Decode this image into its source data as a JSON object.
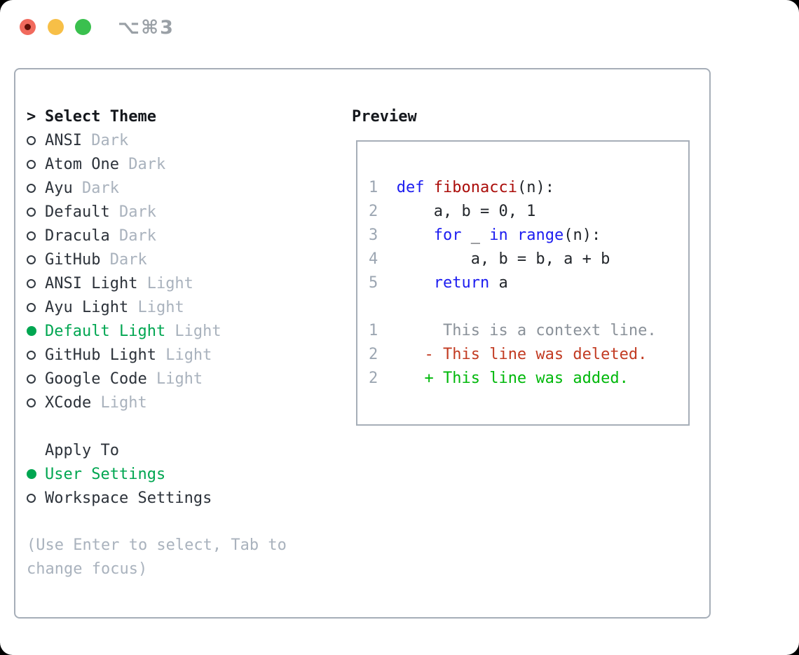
{
  "window": {
    "title": "⌥⌘3"
  },
  "theme_picker": {
    "header": {
      "marker": ">",
      "label": "Select Theme"
    },
    "items": [
      {
        "name": "ANSI",
        "variant": "Dark",
        "selected": false
      },
      {
        "name": "Atom One",
        "variant": "Dark",
        "selected": false
      },
      {
        "name": "Ayu",
        "variant": "Dark",
        "selected": false
      },
      {
        "name": "Default",
        "variant": "Dark",
        "selected": false
      },
      {
        "name": "Dracula",
        "variant": "Dark",
        "selected": false
      },
      {
        "name": "GitHub",
        "variant": "Dark",
        "selected": false
      },
      {
        "name": "ANSI Light",
        "variant": "Light",
        "selected": false
      },
      {
        "name": "Ayu Light",
        "variant": "Light",
        "selected": false
      },
      {
        "name": "Default Light",
        "variant": "Light",
        "selected": true
      },
      {
        "name": "GitHub Light",
        "variant": "Light",
        "selected": false
      },
      {
        "name": "Google Code",
        "variant": "Light",
        "selected": false
      },
      {
        "name": "XCode",
        "variant": "Light",
        "selected": false
      }
    ],
    "apply_to": {
      "label": "Apply To",
      "options": [
        {
          "label": "User Settings",
          "selected": true
        },
        {
          "label": "Workspace Settings",
          "selected": false
        }
      ]
    },
    "hint": "(Use Enter to select, Tab to change focus)"
  },
  "preview": {
    "label": "Preview",
    "lines": [
      {
        "tokens": [
          [
            "num",
            "1  "
          ],
          [
            "kw",
            "def"
          ],
          [
            "plain",
            " "
          ],
          [
            "fn",
            "fibonacci"
          ],
          [
            "plain",
            "(n):"
          ]
        ]
      },
      {
        "tokens": [
          [
            "num",
            "2  "
          ],
          [
            "plain",
            "    a, b = 0, 1"
          ]
        ]
      },
      {
        "tokens": [
          [
            "num",
            "3  "
          ],
          [
            "plain",
            "    "
          ],
          [
            "kw",
            "for"
          ],
          [
            "plain",
            " _ "
          ],
          [
            "kw",
            "in"
          ],
          [
            "plain",
            " "
          ],
          [
            "kw",
            "range"
          ],
          [
            "plain",
            "(n):"
          ]
        ]
      },
      {
        "tokens": [
          [
            "num",
            "4  "
          ],
          [
            "plain",
            "        a, b = b, a + b"
          ]
        ]
      },
      {
        "tokens": [
          [
            "num",
            "5  "
          ],
          [
            "plain",
            "    "
          ],
          [
            "kw",
            "return"
          ],
          [
            "plain",
            " a"
          ]
        ]
      },
      {
        "tokens": []
      },
      {
        "tokens": [
          [
            "num",
            "1  "
          ],
          [
            "ctx",
            "     This is a context line."
          ]
        ]
      },
      {
        "tokens": [
          [
            "num",
            "2  "
          ],
          [
            "del",
            "   - This line was deleted."
          ]
        ]
      },
      {
        "tokens": [
          [
            "num",
            "2  "
          ],
          [
            "add",
            "   + This line was added."
          ]
        ]
      }
    ]
  },
  "colors": {
    "accent-green": "#00a651",
    "border": "#a6aeb8",
    "ink": "#15181d",
    "item": "#2c323a",
    "muted": "#a9b2bd",
    "radio-ring": "#333a42",
    "linenum": "#9ca6b2",
    "code-ink": "#22262b",
    "kw": "#1c1cf0",
    "fn": "#ab0d0a",
    "ctx": "#8a9199",
    "del": "#c23b22",
    "add": "#00b80b",
    "title-gray": "#9aa0a6",
    "tl-red": "#f16a5d",
    "tl-red-dot": "#601008",
    "tl-yellow": "#f7bf47",
    "tl-green": "#3ac04e"
  }
}
